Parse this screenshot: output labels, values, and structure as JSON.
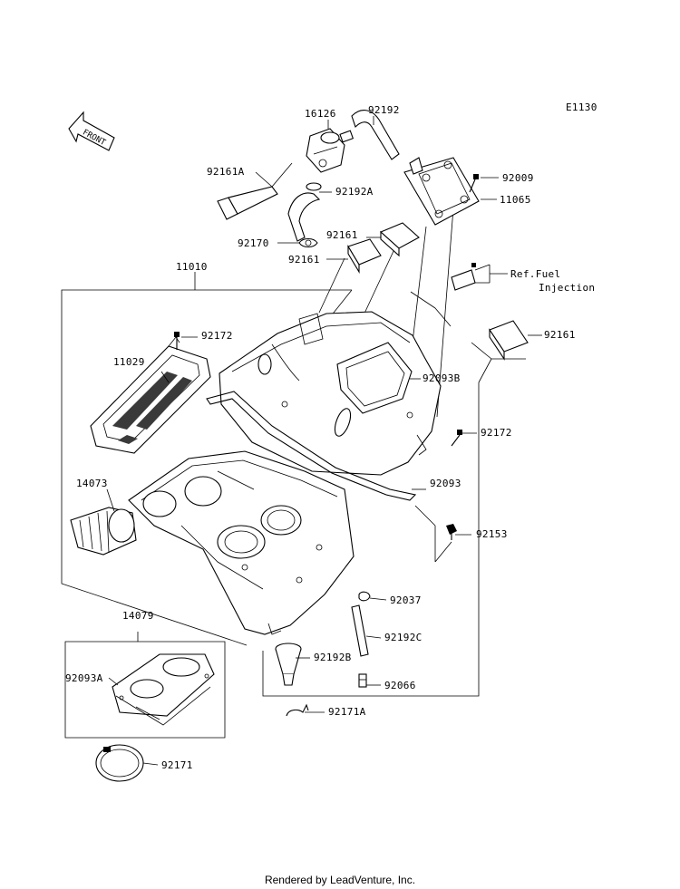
{
  "diagram_code": "E1130",
  "front_marker": "FRONT",
  "callouts": {
    "c16126": "16126",
    "c92192": "92192",
    "c92161A": "92161A",
    "c92192A": "92192A",
    "c92009": "92009",
    "c11065": "11065",
    "c92161_top": "92161",
    "c92170": "92170",
    "c92161_mid": "92161",
    "c11010": "11010",
    "c_ref_fuel": "Ref.Fuel",
    "c_injection": "Injection",
    "c92172_a": "92172",
    "c92161_right": "92161",
    "c11029": "11029",
    "c92093B": "92093B",
    "c92172_b": "92172",
    "c92093": "92093",
    "c14073": "14073",
    "c92153": "92153",
    "c92037": "92037",
    "c14079": "14079",
    "c92192C": "92192C",
    "c92192B": "92192B",
    "c92093A": "92093A",
    "c92066": "92066",
    "c92171A": "92171A",
    "c92171": "92171"
  },
  "footer": "Rendered by LeadVenture, Inc."
}
